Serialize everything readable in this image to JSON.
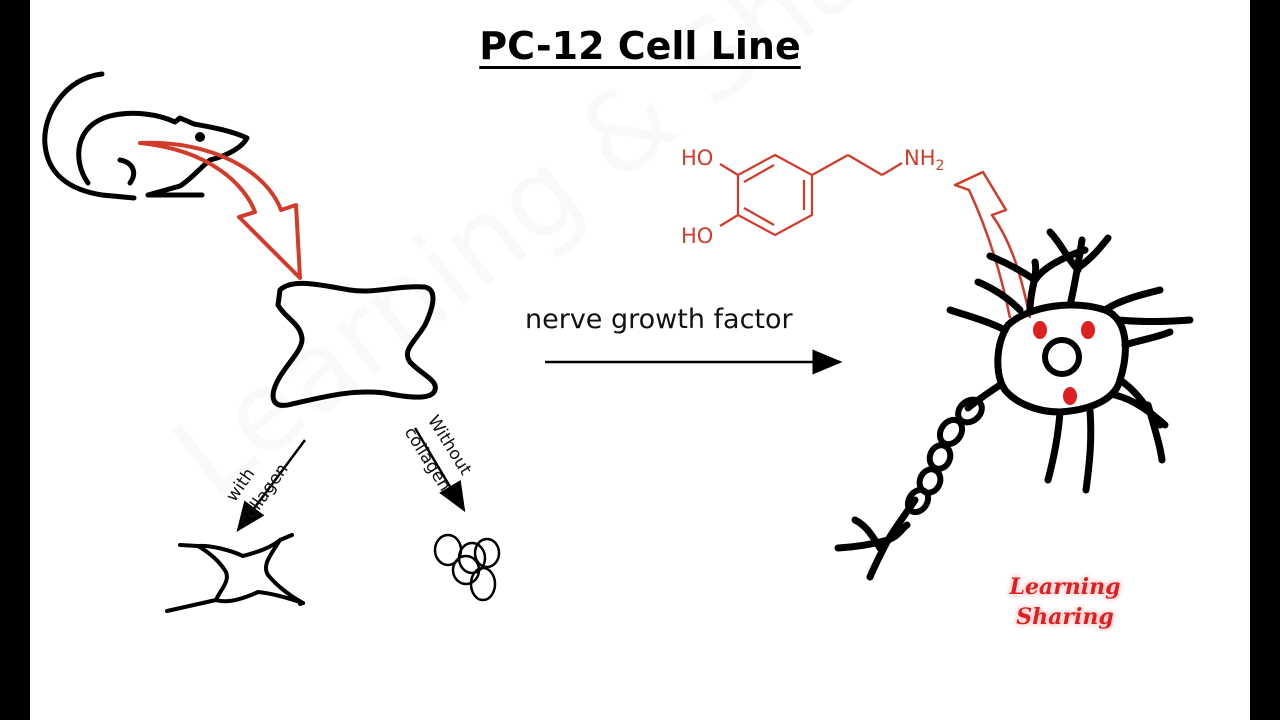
{
  "title": "PC-12 Cell Line",
  "arrow_label": "nerve growth factor",
  "branch_with": {
    "line1": "with",
    "line2": "collagen"
  },
  "branch_without": {
    "line1": "Without",
    "line2": "collagen"
  },
  "molecule": {
    "ho_top": "HO",
    "ho_bottom": "HO",
    "nh": "NH",
    "nh_sub": "2"
  },
  "logo": {
    "line1": "Learning",
    "line2": "Sharing"
  },
  "watermark": "Learning & Sharing",
  "colors": {
    "accent": "#d23b2a",
    "ink": "#000000",
    "logo": "#e02020"
  }
}
